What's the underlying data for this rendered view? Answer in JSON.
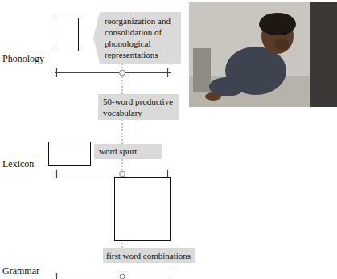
{
  "diagram": {
    "nodes": [
      {
        "text": [
          "reorganization and consolidation of phonological representations"
        ]
      },
      {
        "text": [
          "50-word productive vocabulary"
        ]
      },
      {
        "text": [
          "word spurt"
        ]
      },
      {
        "text": [
          "first word combinations"
        ]
      }
    ],
    "edges": [
      {
        "from": 0,
        "to": 1,
        "arrow": "none"
      },
      {
        "from": 1,
        "to": 2,
        "arrow": "none"
      },
      {
        "from": 2,
        "to": 3,
        "arrow": "none"
      }
    ],
    "labels": [
      "Phonology",
      "Lexicon",
      "Grammar"
    ]
  }
}
